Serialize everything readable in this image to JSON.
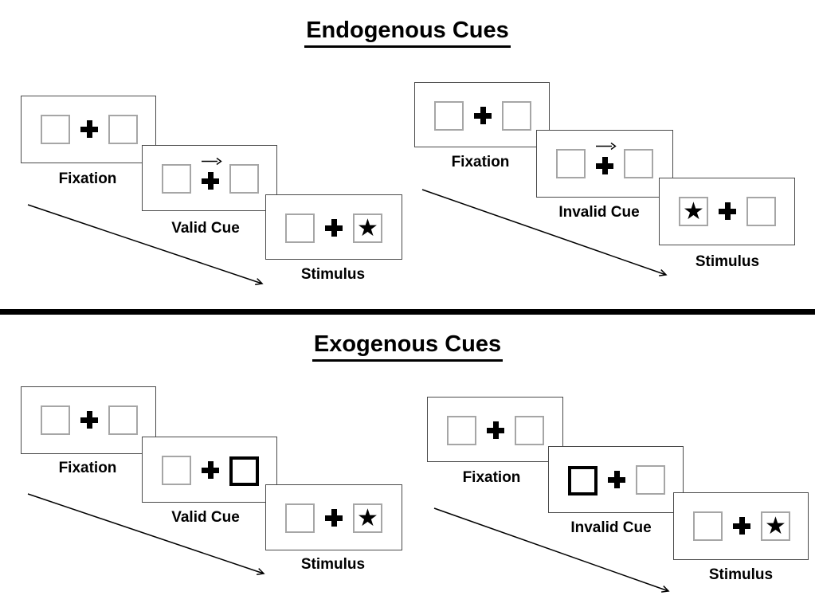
{
  "sections": [
    {
      "title": "Endogenous Cues",
      "sequences": [
        {
          "name": "valid",
          "steps": [
            {
              "label": "Fixation"
            },
            {
              "label": "Valid Cue",
              "cue": "central-arrow-right"
            },
            {
              "label": "Stimulus",
              "stimulus_side": "right"
            }
          ]
        },
        {
          "name": "invalid",
          "steps": [
            {
              "label": "Fixation"
            },
            {
              "label": "Invalid Cue",
              "cue": "central-arrow-right"
            },
            {
              "label": "Stimulus",
              "stimulus_side": "left"
            }
          ]
        }
      ]
    },
    {
      "title": "Exogenous Cues",
      "sequences": [
        {
          "name": "valid",
          "steps": [
            {
              "label": "Fixation"
            },
            {
              "label": "Valid Cue",
              "cue": "peripheral-box-right"
            },
            {
              "label": "Stimulus",
              "stimulus_side": "right"
            }
          ]
        },
        {
          "name": "invalid",
          "steps": [
            {
              "label": "Fixation"
            },
            {
              "label": "Invalid Cue",
              "cue": "peripheral-box-left"
            },
            {
              "label": "Stimulus",
              "stimulus_side": "right"
            }
          ]
        }
      ]
    }
  ],
  "icons": {
    "star": "★"
  },
  "colors": {
    "background": "#ffffff",
    "ink": "#000000",
    "panel_border": "#4a4a4a",
    "placeholder_box_border": "#a6a6a6",
    "cue_box_border": "#000000"
  }
}
